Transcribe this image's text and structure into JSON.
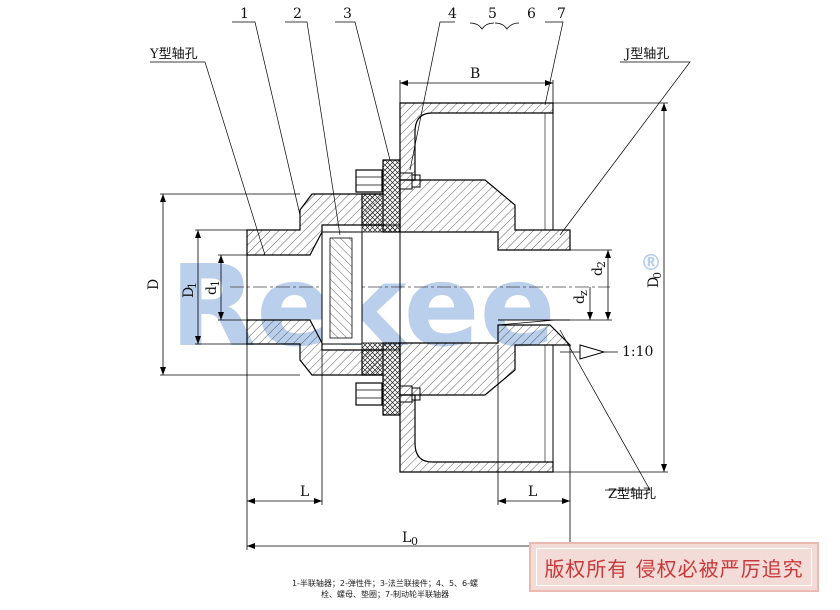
{
  "labels": {
    "part_1": "1",
    "part_2": "2",
    "part_3": "3",
    "part_4": "4",
    "part_5": "5",
    "part_6": "6",
    "part_7": "7",
    "y_bore": "Y型轴孔",
    "j_bore": "J型轴孔",
    "z_bore": "Z型轴孔",
    "dim_B": "B",
    "dim_D": "D",
    "dim_D1": "D",
    "dim_D1_sub": "1",
    "dim_d1": "d",
    "dim_d1_sub": "1",
    "dim_d2": "d",
    "dim_d2_sub": "2",
    "dim_dz": "d",
    "dim_dz_sub": "z",
    "dim_D0": "D",
    "dim_D0_sub": "0",
    "dim_L_left": "L",
    "dim_L_right": "L",
    "dim_L0": "L",
    "dim_L0_sub": "0",
    "taper": "1:10"
  },
  "caption": {
    "line1": "1-半联轴器；2-弹性件；3-法兰联接件；4、5、6-螺",
    "line2": "栓、螺母、垫圈；7-制动轮半联轴器"
  },
  "watermark": {
    "text": "Rekee",
    "registered": "®",
    "color": "#3b78c9"
  },
  "stamp": {
    "text": "版权所有 侵权必被严厉追究",
    "color": "#c8383a"
  }
}
